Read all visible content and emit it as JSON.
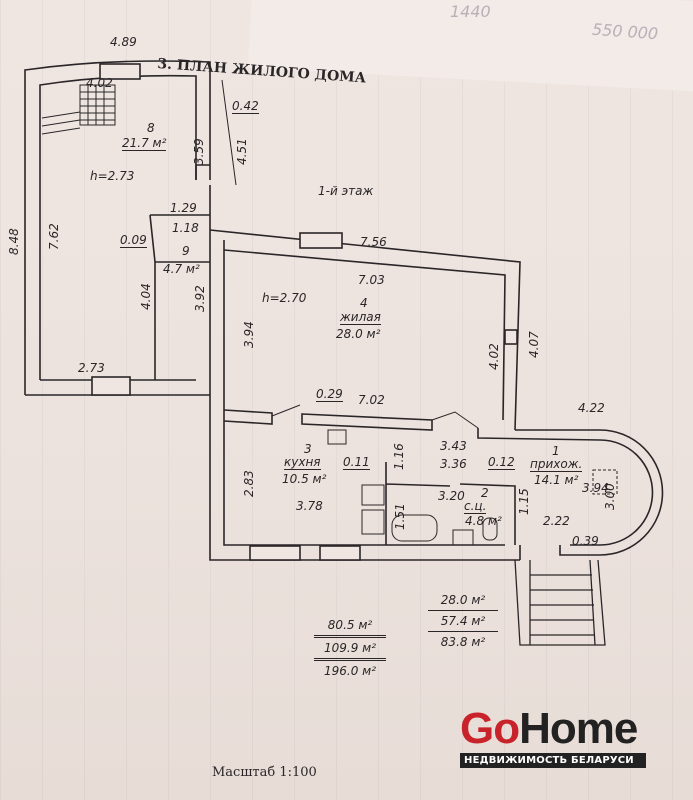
{
  "handwritten": {
    "top_number": "550 000",
    "top_faint": "1440"
  },
  "title": "3. ПЛАН ЖИЛОГО ДОМА",
  "floor_label": "1-й этаж",
  "rooms": [
    {
      "num": "1",
      "name": "прихож.",
      "area": "14.1 м²"
    },
    {
      "num": "2",
      "name": "с.ц.",
      "area": "4.8 м²"
    },
    {
      "num": "3",
      "name": "кухня",
      "area": "10.5 м²"
    },
    {
      "num": "4",
      "name": "жилая",
      "area": "28.0 м²"
    },
    {
      "num": "8",
      "name": "",
      "area": "21.7 м²"
    },
    {
      "num": "9",
      "name": "",
      "area": "4.7 м²"
    }
  ],
  "heights": {
    "left_block": "h=2.73",
    "main_block": "h=2.70"
  },
  "dimensions": {
    "d489": "4.89",
    "d402a": "4.02",
    "d042": "0.42",
    "d359": "3.59",
    "d451": "4.51",
    "d848": "8.48",
    "d762": "7.62",
    "d129": "1.29",
    "d118": "1.18",
    "d009": "0.09",
    "d756": "7.56",
    "d703": "7.03",
    "d404": "4.04",
    "d392": "3.92",
    "d394a": "3.94",
    "d402b": "4.02",
    "d407": "4.07",
    "d273": "2.73",
    "d029": "0.29",
    "d702": "7.02",
    "d422": "4.22",
    "d343": "3.43",
    "d116": "1.16",
    "d011": "0.11",
    "d336": "3.36",
    "d012": "0.12",
    "d394b": "3.94",
    "d300": "3.00",
    "d283": "2.83",
    "d378": "3.78",
    "d320": "3.20",
    "d151": "1.51",
    "d115": "1.15",
    "d222": "2.22",
    "d039": "0.39"
  },
  "totals": {
    "left": [
      "80.5 м²",
      "109.9 м²",
      "196.0 м²"
    ],
    "right": [
      "28.0 м²",
      "57.4 м²",
      "83.8 м²"
    ]
  },
  "scale": "Масштаб  1:100",
  "logo": {
    "go": "Go",
    "home": "Home",
    "tagline": "НЕДВИЖИМОСТЬ БЕЛАРУСИ",
    "accent": "#c8232a"
  }
}
